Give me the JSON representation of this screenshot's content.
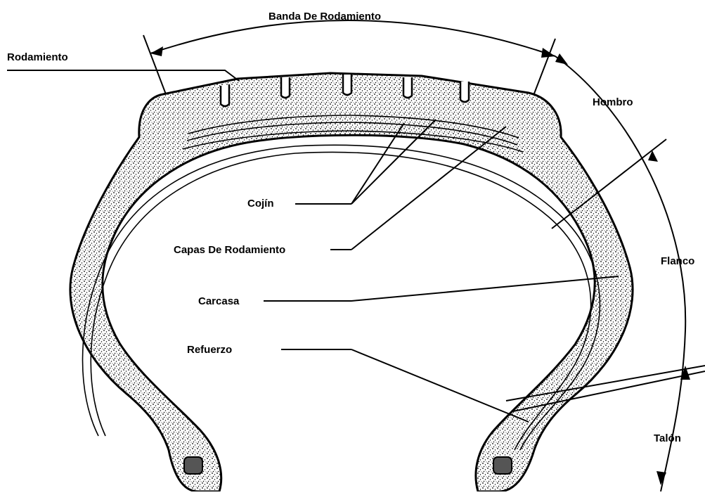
{
  "diagram": {
    "labels": {
      "banda": "Banda De Rodamiento",
      "rodamiento": "Rodamiento",
      "hombro": "Hombro",
      "cojin": "Cojín",
      "capas": "Capas De Rodamiento",
      "flanco": "Flanco",
      "carcasa": "Carcasa",
      "refuerzo": "Refuerzo",
      "talon": "Talón"
    },
    "colors": {
      "ink": "#000000",
      "background": "#ffffff"
    }
  }
}
